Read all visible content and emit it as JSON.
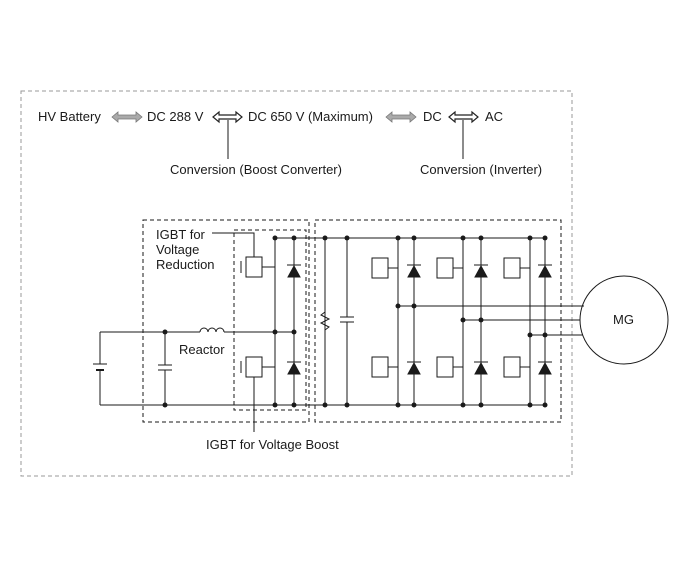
{
  "flow": {
    "hv_battery": "HV Battery",
    "dc_288": "DC 288 V",
    "dc_650": "DC 650 V (Maximum)",
    "dc": "DC",
    "ac": "AC"
  },
  "conversions": {
    "boost": "Conversion (Boost Converter)",
    "inverter": "Conversion (Inverter)"
  },
  "circuit": {
    "igbt_reduction_line1": "IGBT for",
    "igbt_reduction_line2": "Voltage",
    "igbt_reduction_line3": "Reduction",
    "reactor": "Reactor",
    "igbt_boost": "IGBT for Voltage Boost",
    "motor": "MG"
  },
  "colors": {
    "line": "#1a1a1a",
    "frame_dash": "#999999",
    "arrow_fill": "#aaaaaa"
  }
}
